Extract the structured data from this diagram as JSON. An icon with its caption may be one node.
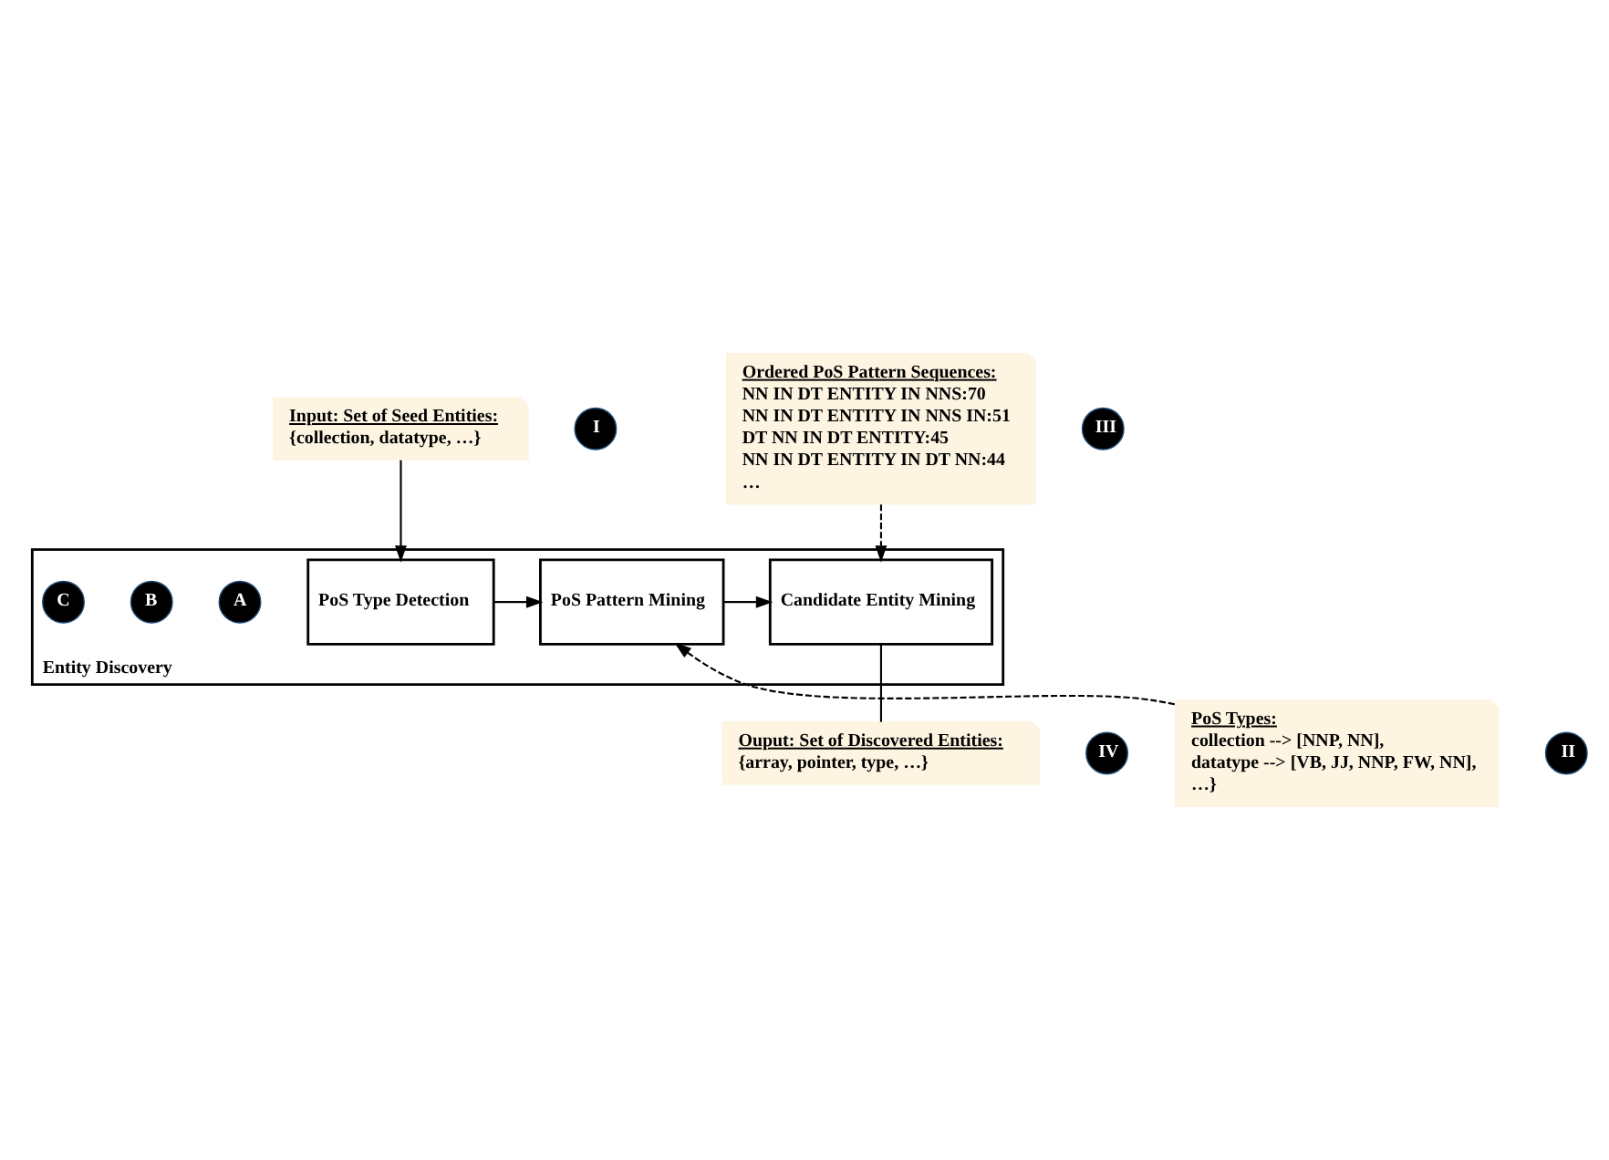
{
  "diagram": {
    "nodes": [
      {
        "text": [
          "Input: Set of Seed Entities:",
          "{collection, datatype, …}"
        ]
      },
      {
        "text": [
          "I"
        ]
      },
      {
        "text": [
          "Ordered PoS Pattern Sequences:",
          "NN IN DT ENTITY IN NNS:70",
          "NN IN DT ENTITY IN NNS IN:51",
          "DT NN IN DT ENTITY:45",
          "NN IN DT ENTITY IN DT NN:44",
          "…"
        ]
      },
      {
        "text": [
          "III"
        ]
      },
      {
        "text": [
          "Entity Discovery"
        ]
      },
      {
        "text": [
          "A"
        ],
        "in": 4
      },
      {
        "text": [
          "PoS Type Detection"
        ],
        "in": 4
      },
      {
        "text": [
          "B"
        ],
        "in": 4
      },
      {
        "text": [
          "PoS Pattern Mining"
        ],
        "in": 4
      },
      {
        "text": [
          "C"
        ],
        "in": 4
      },
      {
        "text": [
          "Candidate Entity Mining"
        ],
        "in": 4
      },
      {
        "text": [
          "PoS Types:",
          "collection --> [NNP, NN],",
          "datatype --> [VB, JJ, NNP, FW, NN],",
          "…}"
        ]
      },
      {
        "text": [
          "II"
        ]
      },
      {
        "text": [
          "Ouput: Set of Discovered Entities:",
          "{array, pointer, type, …}"
        ]
      },
      {
        "text": [
          "IV"
        ]
      }
    ],
    "edges": [
      {
        "from": 0,
        "to": 6,
        "arrow": "to"
      },
      {
        "from": 6,
        "to": 8,
        "arrow": "to"
      },
      {
        "from": 8,
        "to": 10,
        "arrow": "to"
      },
      {
        "from": 2,
        "to": 10,
        "arrow": "to",
        "style": "dashed"
      },
      {
        "from": 11,
        "to": 8,
        "arrow": "to",
        "style": "dashed"
      },
      {
        "from": 10,
        "to": 13,
        "arrow": "none"
      }
    ]
  }
}
